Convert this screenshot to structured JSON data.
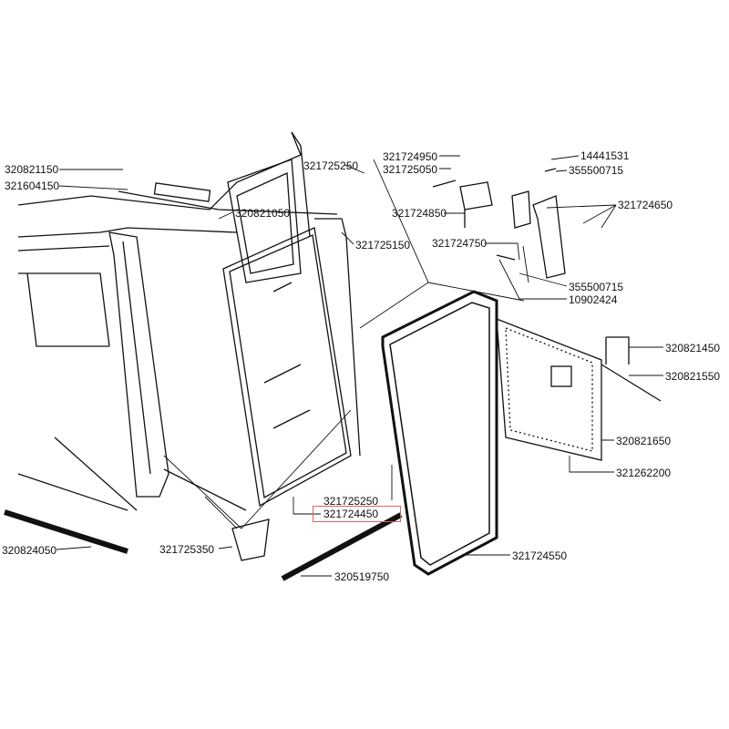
{
  "diagram": {
    "labels": {
      "l1": "320821150",
      "l2": "321604150",
      "l3": "321725250",
      "l4": "320821050",
      "l5": "321725150",
      "l6": "321724950",
      "l7": "321725050",
      "l8": "321724850",
      "l9": "321724750",
      "l10": "14441531",
      "l11": "355500715",
      "l12": "321724650",
      "l13": "355500715",
      "l14": "10902424",
      "l15": "320821450",
      "l16": "320821550",
      "l17": "320821650",
      "l18": "321262200",
      "l19": "321725250",
      "l20": "321724450",
      "l21": "321724550",
      "l22": "320519750",
      "l23": "321725350",
      "l24": "320824050"
    },
    "highlighted_part": "321724450",
    "highlight_color": "#e06060"
  }
}
